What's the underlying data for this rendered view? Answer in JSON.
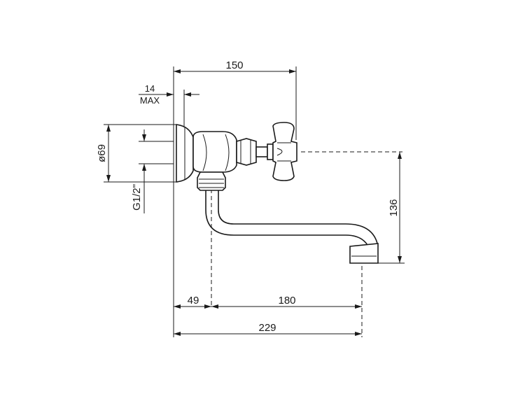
{
  "diagram": {
    "dimensions": {
      "overall_height_from_wall": "150",
      "flange_depth_max_value": "14",
      "flange_depth_max_note": "MAX",
      "flange_diameter": "ø69",
      "thread": "G1/2\"",
      "spout_drop": "136",
      "wall_to_axis": "49",
      "spout_reach": "180",
      "total_reach": "229"
    }
  }
}
